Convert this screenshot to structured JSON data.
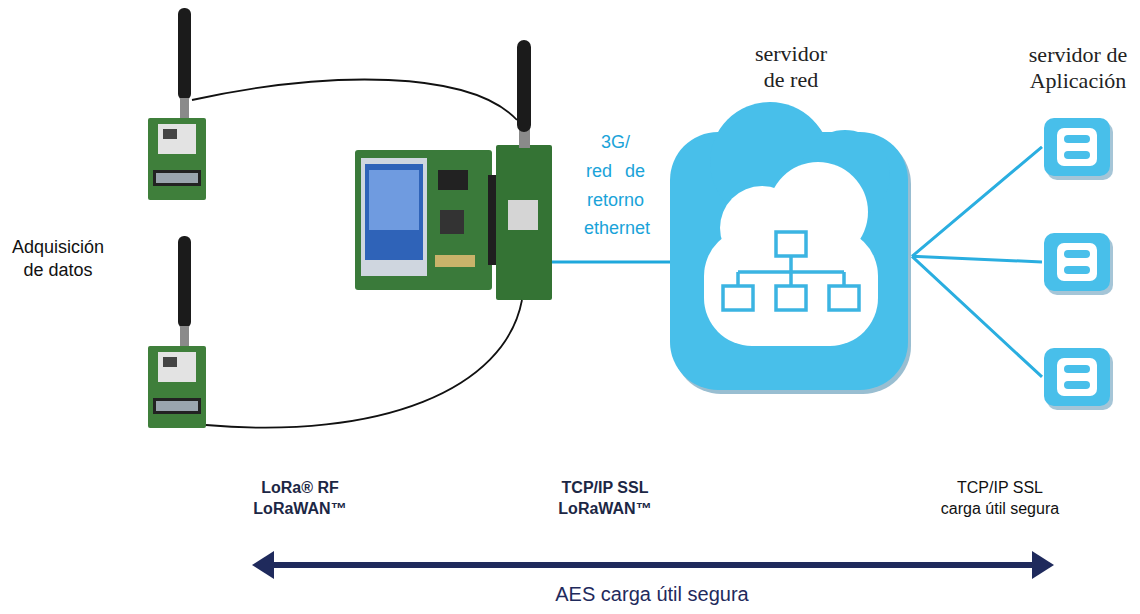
{
  "diagram": {
    "nodes": [
      {
        "text": [
          "servidor de red"
        ]
      },
      {
        "text": [
          "servidor de Aplicación"
        ]
      }
    ],
    "edges": [
      {
        "from": 0,
        "to": 1,
        "arrow": "none"
      }
    ],
    "labels": [
      "Adquisición de datos",
      "3G/ red de retorno ethernet",
      "LoRa® RF LoRaWAN™",
      "TCP/IP SSL LoRaWAN™",
      "TCP/IP SSL carga útil segura",
      "AES carga útil segura"
    ]
  }
}
